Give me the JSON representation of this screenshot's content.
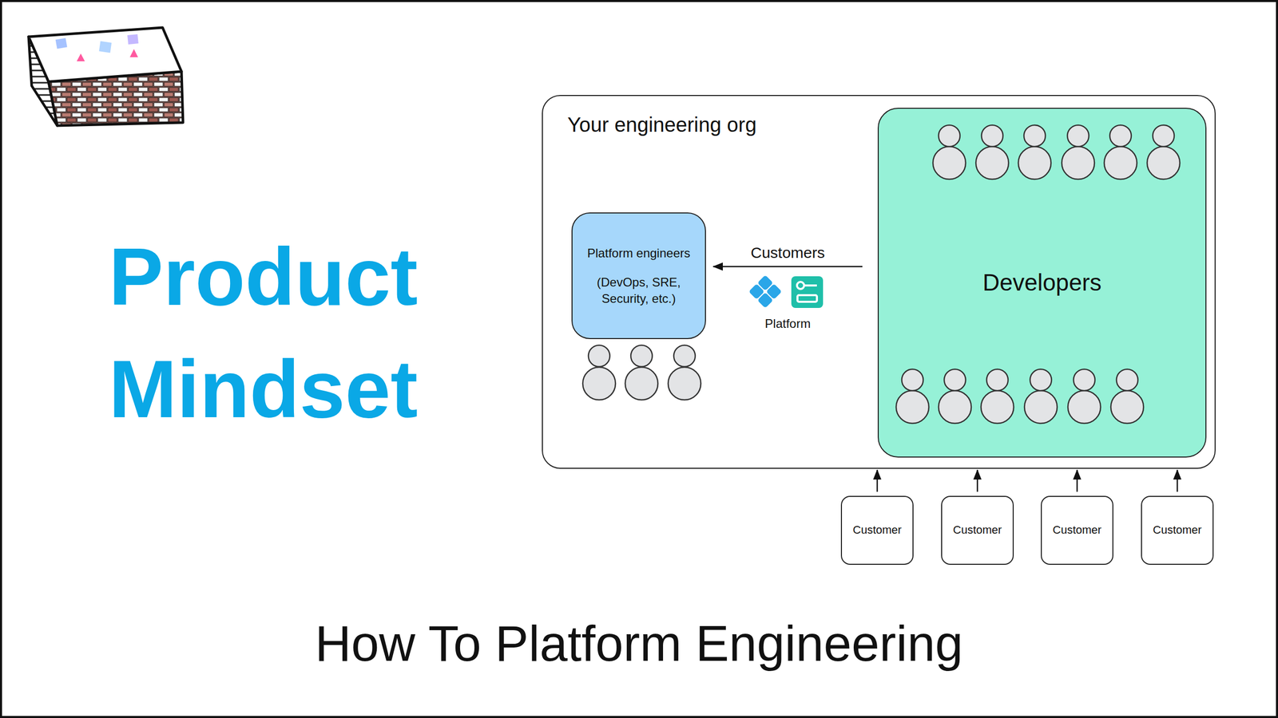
{
  "diagram": {
    "title": "Product Mindset",
    "caption": "How To Platform Engineering",
    "nodes": [
      {
        "text": [
          "Your engineering org"
        ]
      },
      {
        "text": [
          "Platform engineers",
          "(DevOps, SRE, Security, etc.)"
        ],
        "in": 0
      },
      {
        "text": [
          "Developers"
        ],
        "in": 0
      },
      {
        "text": [
          "Customer"
        ]
      },
      {
        "text": [
          "Customer"
        ]
      },
      {
        "text": [
          "Customer"
        ]
      },
      {
        "text": [
          "Customer"
        ]
      }
    ],
    "edges": [
      {
        "from": 2,
        "to": 1,
        "arrow": "to",
        "label": "Customers"
      },
      {
        "from": 3,
        "to": 0,
        "arrow": "to"
      },
      {
        "from": 4,
        "to": 0,
        "arrow": "to"
      },
      {
        "from": 5,
        "to": 0,
        "arrow": "to"
      },
      {
        "from": 6,
        "to": 0,
        "arrow": "to"
      }
    ],
    "labels": [
      "Platform"
    ]
  }
}
